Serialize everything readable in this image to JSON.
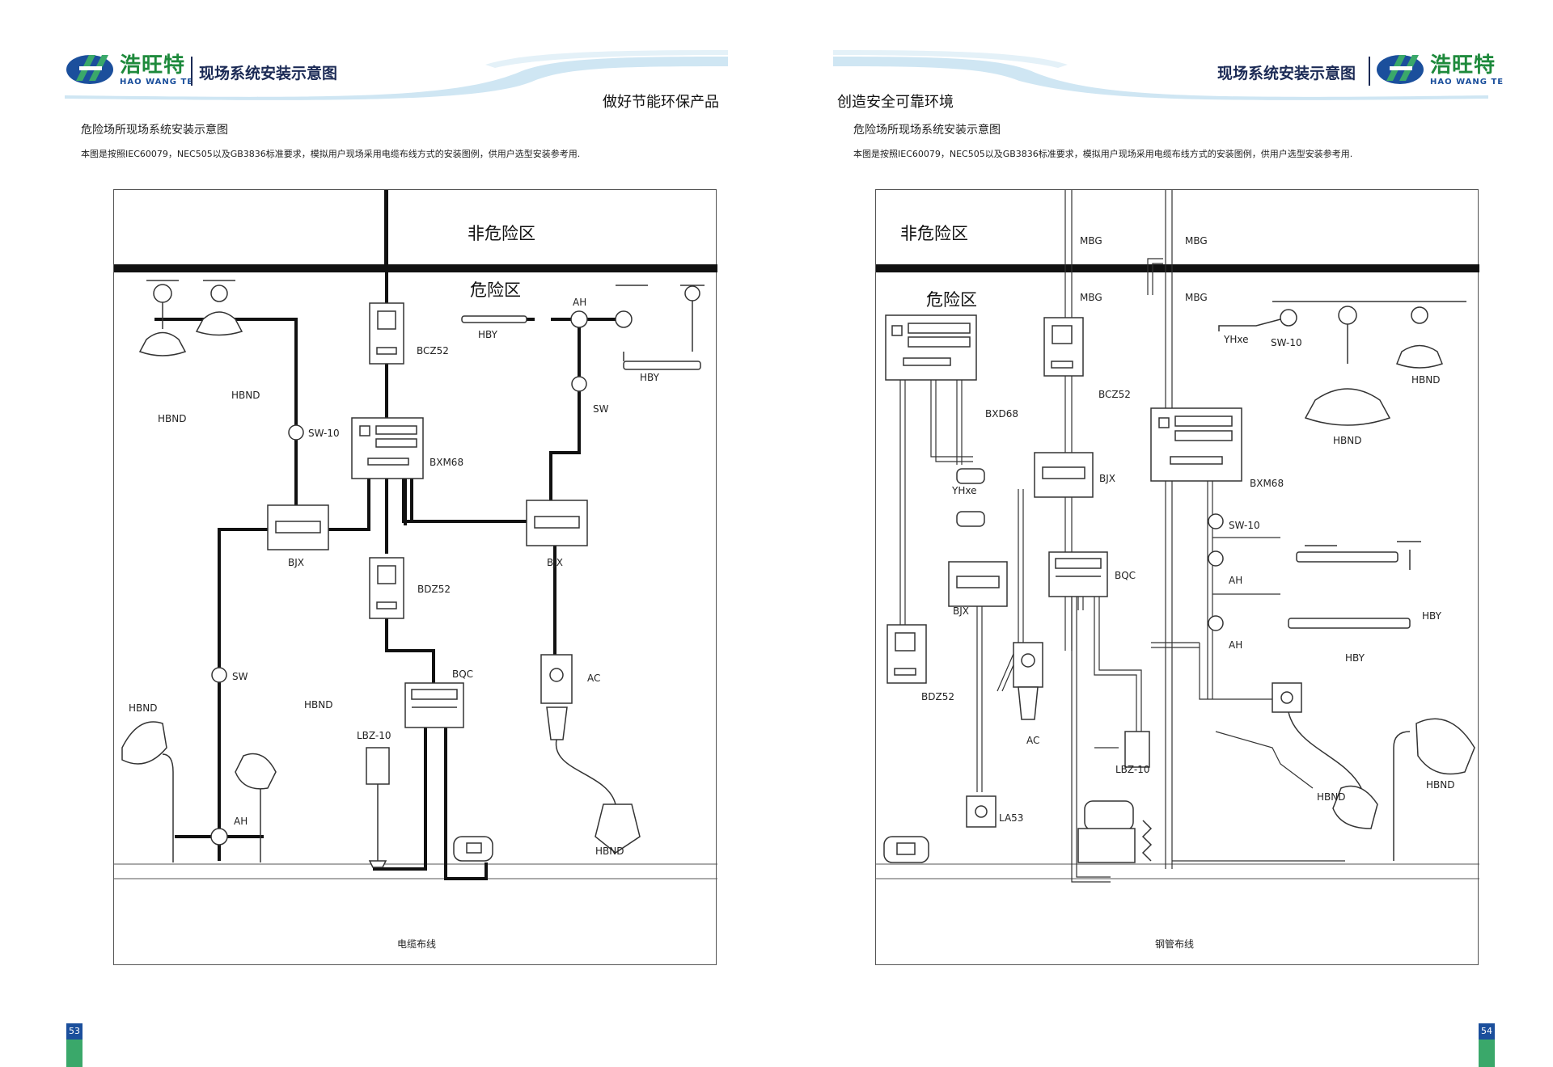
{
  "brand": {
    "name_cn": "浩旺特",
    "name_en": "HAO WANG TE"
  },
  "colors": {
    "brand_green": "#1e8a3c",
    "brand_blue": "#1b4f9c",
    "page_green": "#3aa86a"
  },
  "left_page": {
    "header_title": "现场系统安装示意图",
    "slogan": "做好节能环保产品",
    "subtitle": "危险场所现场系统安装示意图",
    "description": "本图是按照IEC60079，NEC505以及GB3836标准要求，模拟用户现场采用电缆布线方式的安装图例，供用户选型安装参考用.",
    "zone_safe": "非危险区",
    "zone_hazard": "危险区",
    "caption": "电缆布线",
    "page_number": "53",
    "labels": {
      "hbnd_1": "HBND",
      "hbnd_2": "HBND",
      "hbnd_3": "HBND",
      "hbnd_4": "HBND",
      "hbnd_5": "HBND",
      "hby_1": "HBY",
      "hby_2": "HBY",
      "bcz52": "BCZ52",
      "bdz52": "BDZ52",
      "bxm68": "BXM68",
      "bjx_1": "BJX",
      "bjx_2": "BJX",
      "sw10": "SW-10",
      "sw_1": "SW",
      "sw_2": "SW",
      "ah_1": "AH",
      "ah_2": "AH",
      "bqc": "BQC",
      "ac": "AC",
      "lbz10": "LBZ-10"
    }
  },
  "right_page": {
    "header_title": "现场系统安装示意图",
    "slogan": "创造安全可靠环境",
    "subtitle": "危险场所现场系统安装示意图",
    "description": "本图是按照IEC60079，NEC505以及GB3836标准要求，模拟用户现场采用电缆布线方式的安装图例，供用户选型安装参考用.",
    "zone_safe": "非危险区",
    "zone_hazard": "危险区",
    "caption": "钢管布线",
    "page_number": "54",
    "labels": {
      "mbg_1": "MBG",
      "mbg_2": "MBG",
      "mbg_3": "MBG",
      "mbg_4": "MBG",
      "bxd68": "BXD68",
      "bcz52": "BCZ52",
      "bjx_1": "BJX",
      "bjx_2": "BJX",
      "yhxe_1": "YHxe",
      "yhxe_2": "YHxe",
      "bqc": "BQC",
      "bdz52": "BDZ52",
      "ac": "AC",
      "la53": "LA53",
      "lbz10": "LBZ-10",
      "bxm68": "BXM68",
      "sw10_1": "SW-10",
      "sw10_2": "SW-10",
      "ah_1": "AH",
      "ah_2": "AH",
      "hby_1": "HBY",
      "hby_2": "HBY",
      "hbnd_1": "HBND",
      "hbnd_2": "HBND",
      "hbnd_3": "HBND",
      "hbnd_4": "HBND"
    }
  }
}
